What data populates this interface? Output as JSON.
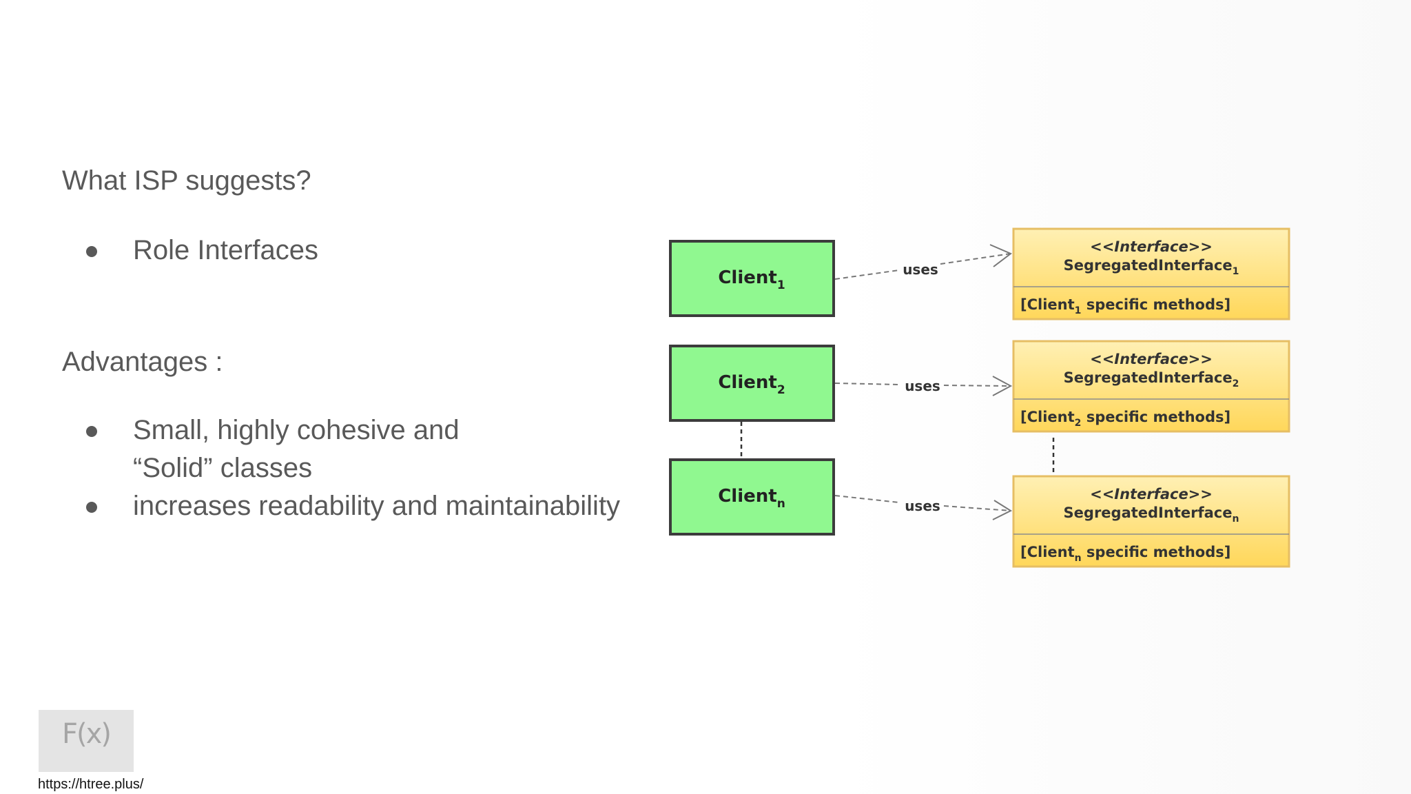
{
  "left": {
    "heading1": "What ISP suggests?",
    "bullets1": [
      "Role Interfaces"
    ],
    "heading2": "Advantages :",
    "bullets2": [
      [
        "Small, highly cohesive and",
        "“Solid” classes"
      ],
      [
        "increases readability and maintainability"
      ]
    ]
  },
  "diagram": {
    "clients": [
      {
        "base": "Client",
        "sub": "1"
      },
      {
        "base": "Client",
        "sub": "2"
      },
      {
        "base": "Client",
        "sub": "n"
      }
    ],
    "interfaces": [
      {
        "stereotype": "<<Interface>>",
        "name": "SegregatedInterface",
        "sub": "1",
        "methods_pre": "[Client",
        "methods_sub": "1",
        "methods_post": " specific methods]"
      },
      {
        "stereotype": "<<Interface>>",
        "name": "SegregatedInterface",
        "sub": "2",
        "methods_pre": "[Client",
        "methods_sub": "2",
        "methods_post": " specific methods]"
      },
      {
        "stereotype": "<<Interface>>",
        "name": "SegregatedInterface",
        "sub": "n",
        "methods_pre": "[Client",
        "methods_sub": "n",
        "methods_post": " specific methods]"
      }
    ],
    "edge_label": "uses",
    "colors": {
      "client_fill": "#90f890",
      "client_stroke": "#3c3c3c",
      "interface_fill_top": "#fff0b4",
      "interface_fill_bottom": "#ffd75a",
      "interface_stroke": "#e6be64"
    }
  },
  "footer": {
    "logo_text": "F(x)",
    "url": "https://htree.plus/"
  }
}
